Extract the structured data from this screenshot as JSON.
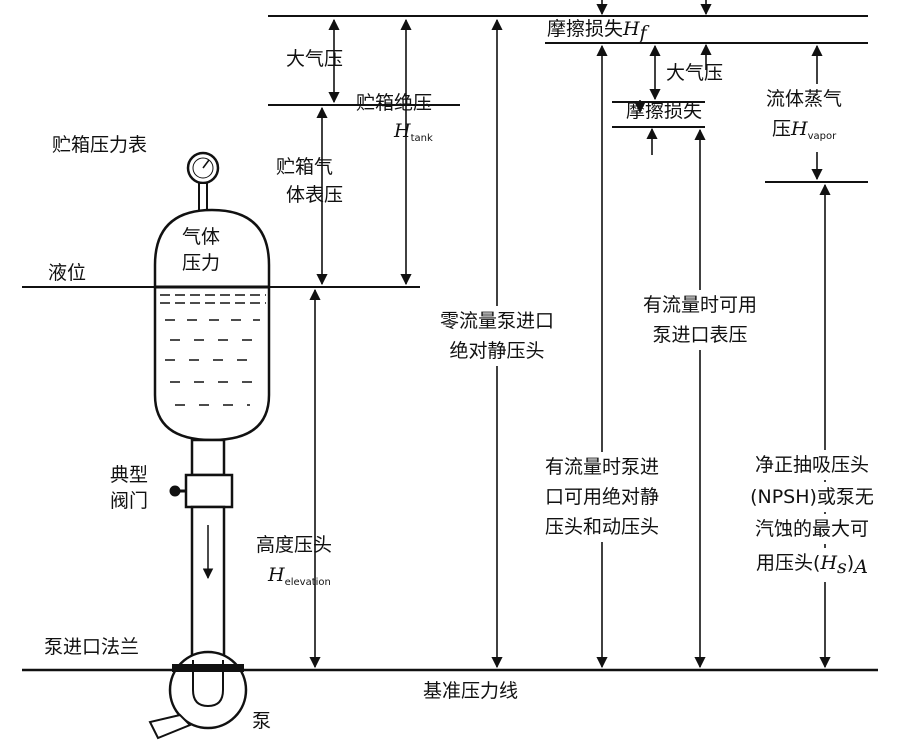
{
  "labels": {
    "tank_gauge": "贮箱压力表",
    "gas_pressure_l1": "气体",
    "gas_pressure_l2": "压力",
    "liquid_level": "液位",
    "typical_valve_l1": "典型",
    "typical_valve_l2": "阀门",
    "pump_inlet_flange": "泵进口法兰",
    "pump": "泵",
    "datum_line": "基准压力线",
    "atmospheric_1": "大气压",
    "tank_gas_gauge_l1": "贮箱气",
    "tank_gas_gauge_l2": "体表压",
    "tank_absolute": "贮箱绝压",
    "h_tank_sym": "H",
    "h_tank_sub": "tank",
    "elevation_head": "高度压头",
    "h_elev_sym": "H",
    "h_elev_sub": "elevation",
    "zero_flow_l1": "零流量泵进口",
    "zero_flow_l2": "绝对静压头",
    "friction_loss_hf": "摩擦损失",
    "hf_sym": "H",
    "hf_sub": "f",
    "flow_abs_l1": "有流量时泵进",
    "flow_abs_l2": "口可用绝对静",
    "flow_abs_l3": "压头和动压头",
    "atmospheric_2": "大气压",
    "friction_loss": "摩擦损失",
    "flow_gauge_l1": "有流量时可用",
    "flow_gauge_l2": "泵进口表压",
    "vapor_l1": "流体蒸气",
    "vapor_l2_prefix": "压",
    "vapor_sym": "H",
    "vapor_sub": "vapor",
    "npsh_l1": "净正抽吸压头",
    "npsh_l2": "(NPSH)或泵无",
    "npsh_l3": "汽蚀的最大可",
    "npsh_l4_prefix": "用压头(",
    "npsh_sym": "H",
    "npsh_sub1": "s",
    "npsh_close": ")",
    "npsh_sub2": "A"
  },
  "icons": {
    "pressure_gauge": "pressure-gauge-icon",
    "valve": "valve-icon",
    "pump": "pump-icon"
  },
  "colors": {
    "ink": "#111111",
    "background": "#ffffff"
  }
}
